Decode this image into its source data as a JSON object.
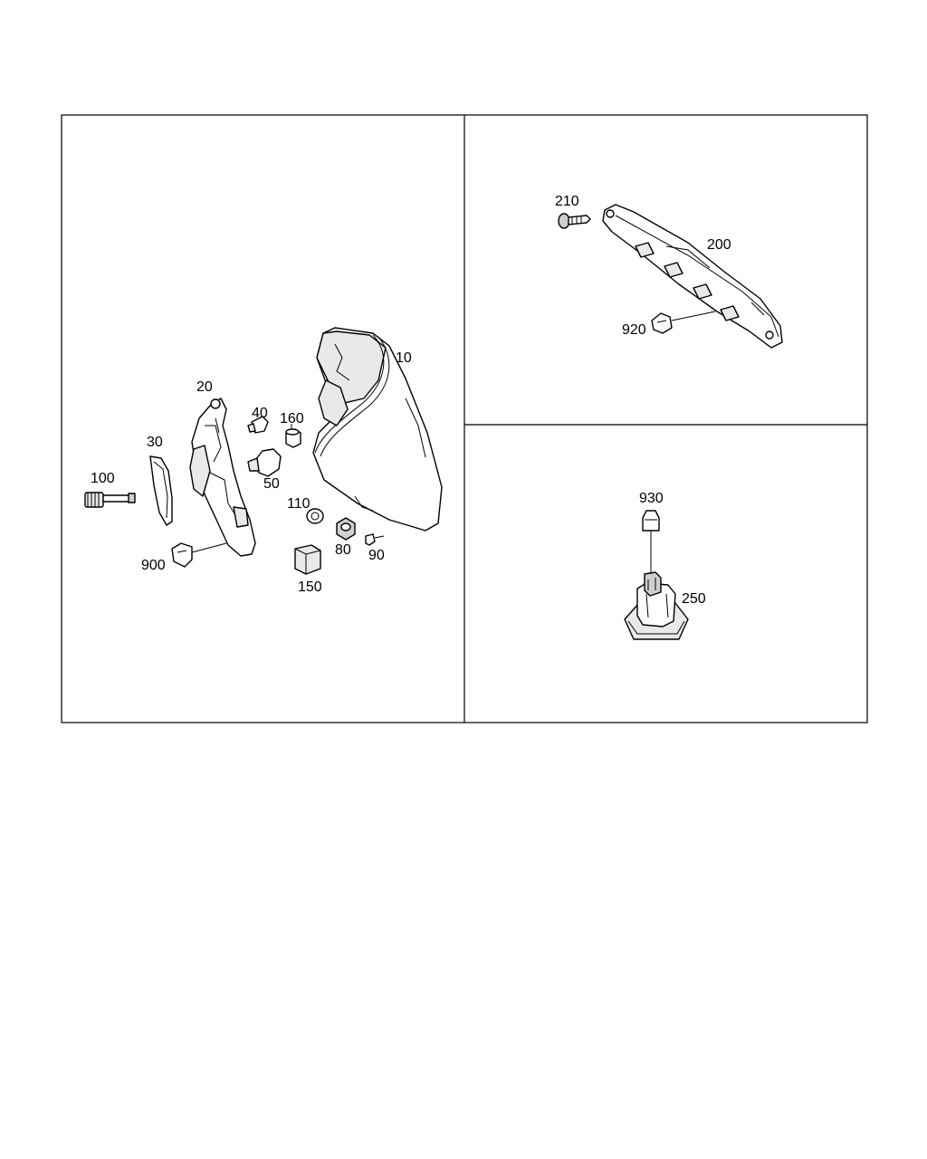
{
  "callouts": {
    "housing_10": "10",
    "carrier_20": "20",
    "seal_30": "30",
    "bulb_40": "40",
    "bulb_50": "50",
    "nut_80": "80",
    "screw_90": "90",
    "adjuster_100": "100",
    "grommet_110": "110",
    "bulb_holder_150": "150",
    "bulb_holder_160": "160",
    "bracket_200": "200",
    "screw_210": "210",
    "lamp_250": "250",
    "connector_900": "900",
    "connector_920": "920",
    "connector_930": "930"
  }
}
